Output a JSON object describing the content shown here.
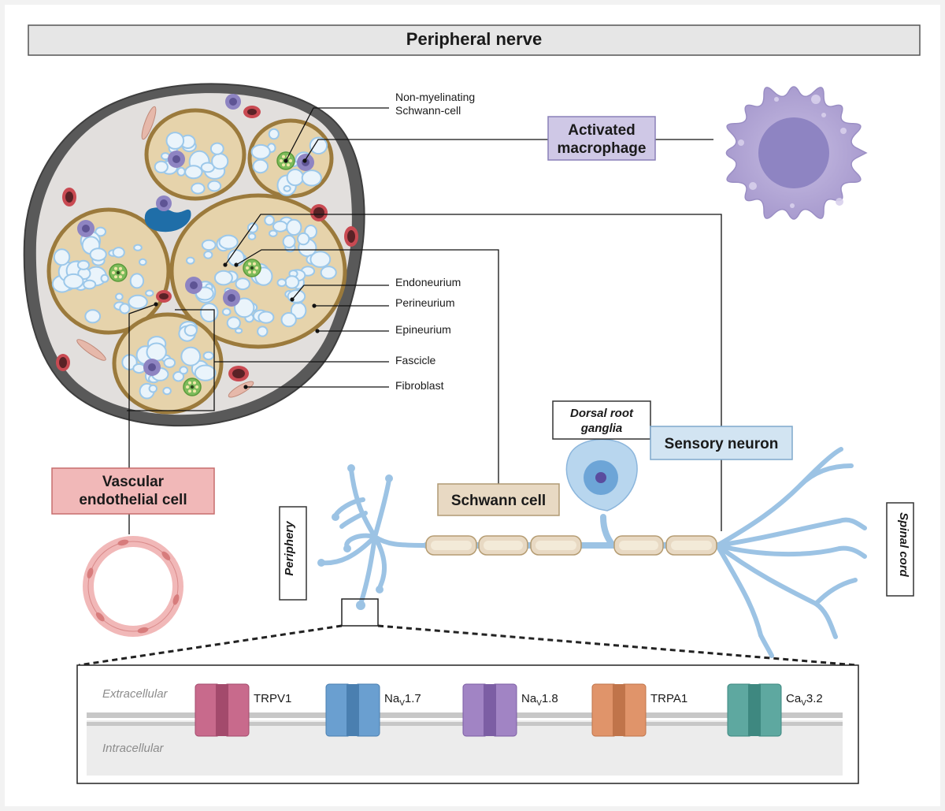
{
  "title": "Peripheral nerve",
  "labels": {
    "non_myelinating": [
      "Non-myelinating",
      "Schwann-cell"
    ],
    "endoneurium": "Endoneurium",
    "perineurium": "Perineurium",
    "epineurium": "Epineurium",
    "fascicle": "Fascicle",
    "fibroblast": "Fibroblast"
  },
  "boxes": {
    "activated_macrophage": [
      "Activated",
      "macrophage"
    ],
    "vascular_endothelial": [
      "Vascular",
      "endothelial cell"
    ],
    "schwann_cell": "Schwann cell",
    "sensory_neuron": "Sensory neuron",
    "dorsal_root_ganglia": [
      "Dorsal root",
      "ganglia"
    ],
    "periphery": "Periphery",
    "spinal_cord": "Spinal cord"
  },
  "membrane": {
    "extracellular": "Extracellular",
    "intracellular": "Intracellular",
    "channels": [
      {
        "label": "TRPV1",
        "main": "TRPV1",
        "sub": "",
        "rest": "",
        "color": "#c86a8c",
        "dark": "#a34a6c"
      },
      {
        "label": "NaV1.7",
        "main": "Na",
        "sub": "V",
        "rest": "1.7",
        "color": "#6a9fd0",
        "dark": "#4a7fb0"
      },
      {
        "label": "NaV1.8",
        "main": "Na",
        "sub": "V",
        "rest": "1.8",
        "color": "#a184c4",
        "dark": "#7c5ea4"
      },
      {
        "label": "TRPA1",
        "main": "TRPA1",
        "sub": "",
        "rest": "",
        "color": "#e0946a",
        "dark": "#c0744a"
      },
      {
        "label": "CaV3.2",
        "main": "Ca",
        "sub": "V",
        "rest": "3.2",
        "color": "#5ea8a0",
        "dark": "#3e8880"
      }
    ]
  },
  "colors": {
    "macrophage": "#b3a8d6",
    "macrophage_box": "#cfc8e6",
    "vascular_box": "#f1b8b8",
    "schwann_box": "#e8d9c3",
    "sensory_box": "#d2e4f2",
    "neuron": "#b8d6ee",
    "perineurium": "#9b7a3c",
    "epineurium": "#5a5a5a"
  }
}
